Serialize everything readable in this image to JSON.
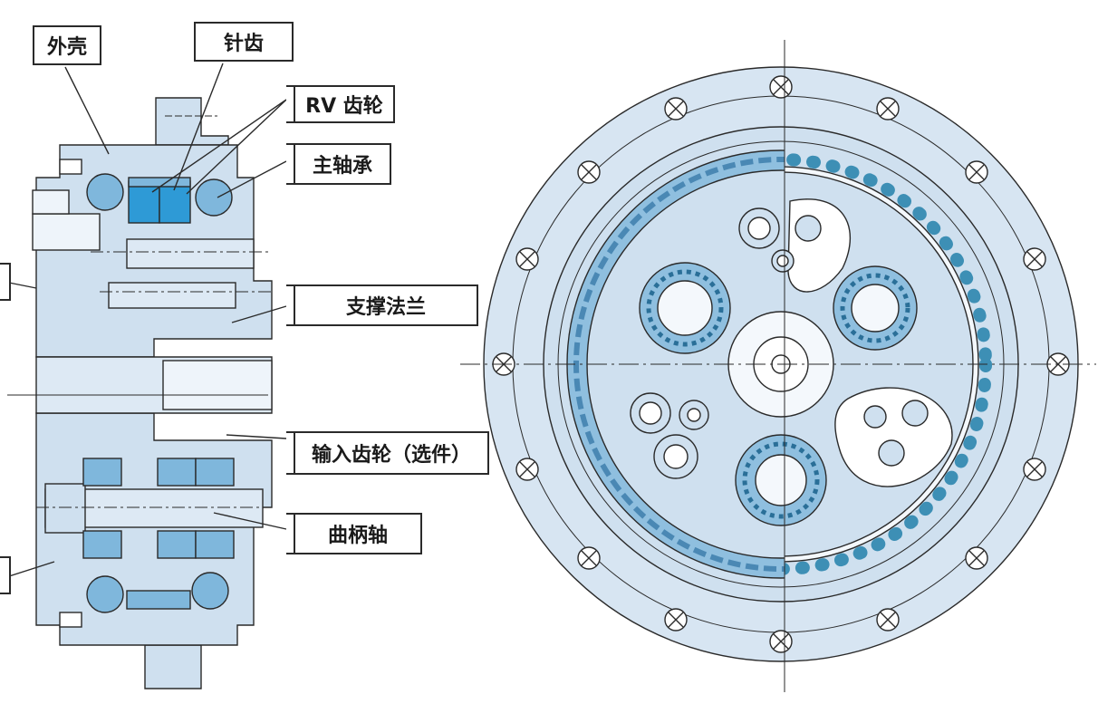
{
  "labels": {
    "housing": "外壳",
    "pin_teeth": "针齿",
    "rv_gear": "RV 齿轮",
    "main_bearing": "主轴承",
    "support_flange": "支撑法兰",
    "input_gear": "输入齿轮（选件）",
    "crankshaft": "曲柄轴"
  },
  "colors": {
    "body_fill": "#cfe0ef",
    "body_light": "#dde9f4",
    "bearing_blue": "#7fb7dc",
    "ball_teal": "#3d8fb5",
    "highlight_blue": "#2e9ad6",
    "outline": "#2a2a2a"
  }
}
